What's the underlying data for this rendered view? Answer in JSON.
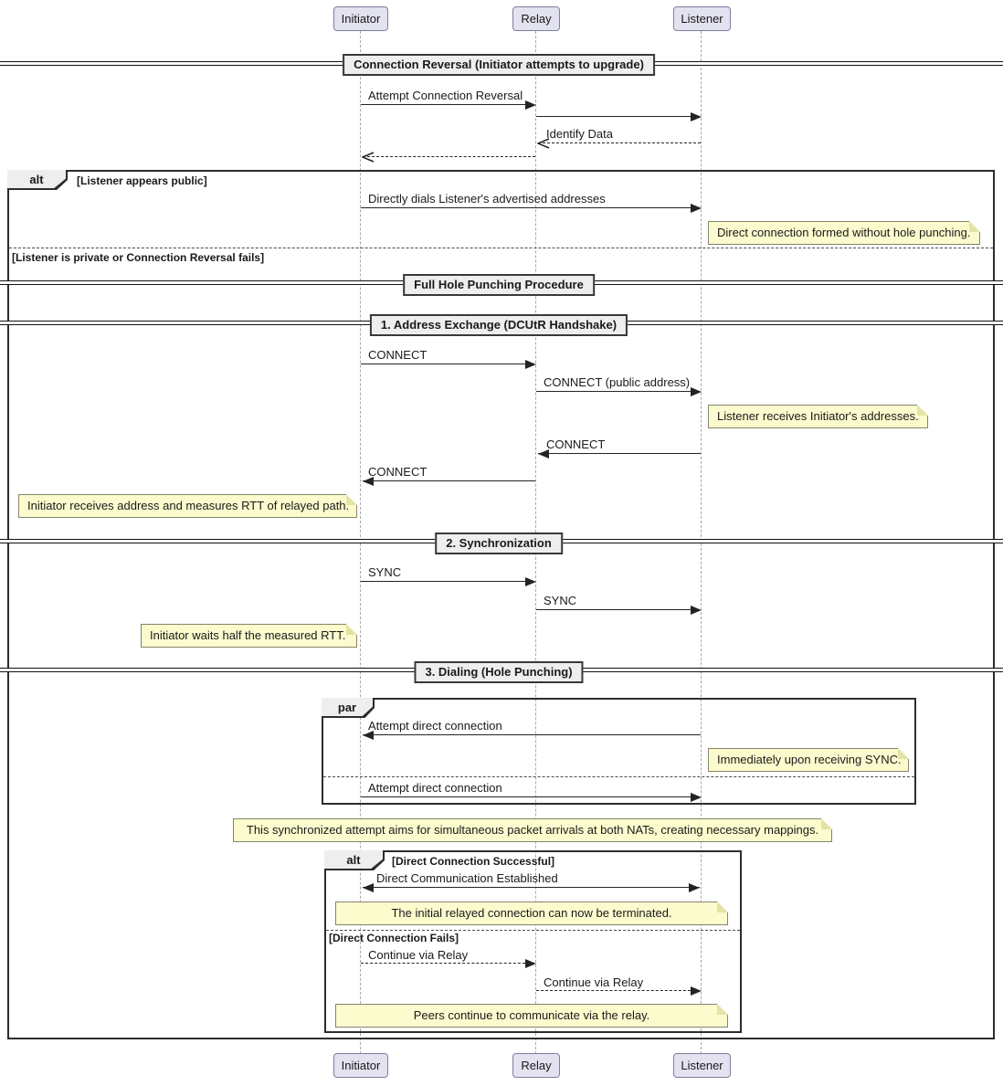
{
  "diagram": {
    "participants": [
      "Initiator",
      "Relay",
      "Listener"
    ],
    "dividers": [
      "Connection Reversal (Initiator attempts to upgrade)",
      "Full Hole Punching Procedure",
      "1. Address Exchange (DCUtR Handshake)",
      "2. Synchronization",
      "3. Dialing (Hole Punching)"
    ],
    "messages": [
      {
        "label": "Attempt Connection Reversal",
        "from": "Initiator",
        "to": "Relay",
        "line": "solid"
      },
      {
        "label": "",
        "from": "Relay",
        "to": "Listener",
        "line": "solid"
      },
      {
        "label": "Identify Data",
        "from": "Listener",
        "to": "Relay",
        "line": "dashed"
      },
      {
        "label": "",
        "from": "Relay",
        "to": "Initiator",
        "line": "dashed"
      },
      {
        "label": "Directly dials Listener's advertised addresses",
        "from": "Initiator",
        "to": "Listener",
        "line": "solid"
      },
      {
        "label": "CONNECT",
        "from": "Initiator",
        "to": "Relay",
        "line": "solid"
      },
      {
        "label": "CONNECT (public address)",
        "from": "Relay",
        "to": "Listener",
        "line": "solid"
      },
      {
        "label": "CONNECT",
        "from": "Listener",
        "to": "Relay",
        "line": "solid"
      },
      {
        "label": "CONNECT",
        "from": "Relay",
        "to": "Initiator",
        "line": "solid"
      },
      {
        "label": "SYNC",
        "from": "Initiator",
        "to": "Relay",
        "line": "solid"
      },
      {
        "label": "SYNC",
        "from": "Relay",
        "to": "Listener",
        "line": "solid"
      },
      {
        "label": "Attempt direct connection",
        "from": "Listener",
        "to": "Initiator",
        "line": "solid"
      },
      {
        "label": "Attempt direct connection",
        "from": "Initiator",
        "to": "Listener",
        "line": "solid"
      },
      {
        "label": "Direct Communication Established",
        "from": "Initiator",
        "to": "Listener",
        "line": "solid-bidirectional"
      },
      {
        "label": "Continue via Relay",
        "from": "Initiator",
        "to": "Relay",
        "line": "dashed"
      },
      {
        "label": "Continue via Relay",
        "from": "Relay",
        "to": "Listener",
        "line": "dashed"
      }
    ],
    "notes": [
      "Direct connection formed without hole punching.",
      "Listener receives Initiator's addresses.",
      "Initiator receives address and measures RTT of relayed path.",
      "Initiator waits half the measured RTT.",
      "Immediately upon receiving SYNC.",
      "This synchronized attempt aims for simultaneous packet arrivals at both NATs, creating necessary mappings.",
      "The initial relayed connection can now be terminated.",
      "Peers continue to communicate via the relay."
    ],
    "fragments": [
      {
        "operator": "alt",
        "guards": [
          "[Listener appears public]",
          "[Listener is private or Connection Reversal fails]"
        ]
      },
      {
        "operator": "par",
        "guards": []
      },
      {
        "operator": "alt",
        "guards": [
          "[Direct Connection Successful]",
          "[Direct Connection Fails]"
        ]
      }
    ],
    "colors": {
      "participant_fill": "#E2E2F0",
      "note_fill": "#FBFBCE",
      "divider_fill": "#EEEEEE",
      "fragment_border": "#2D2D2D",
      "line": "#242424",
      "lifeline": "#A8A8A8"
    }
  }
}
